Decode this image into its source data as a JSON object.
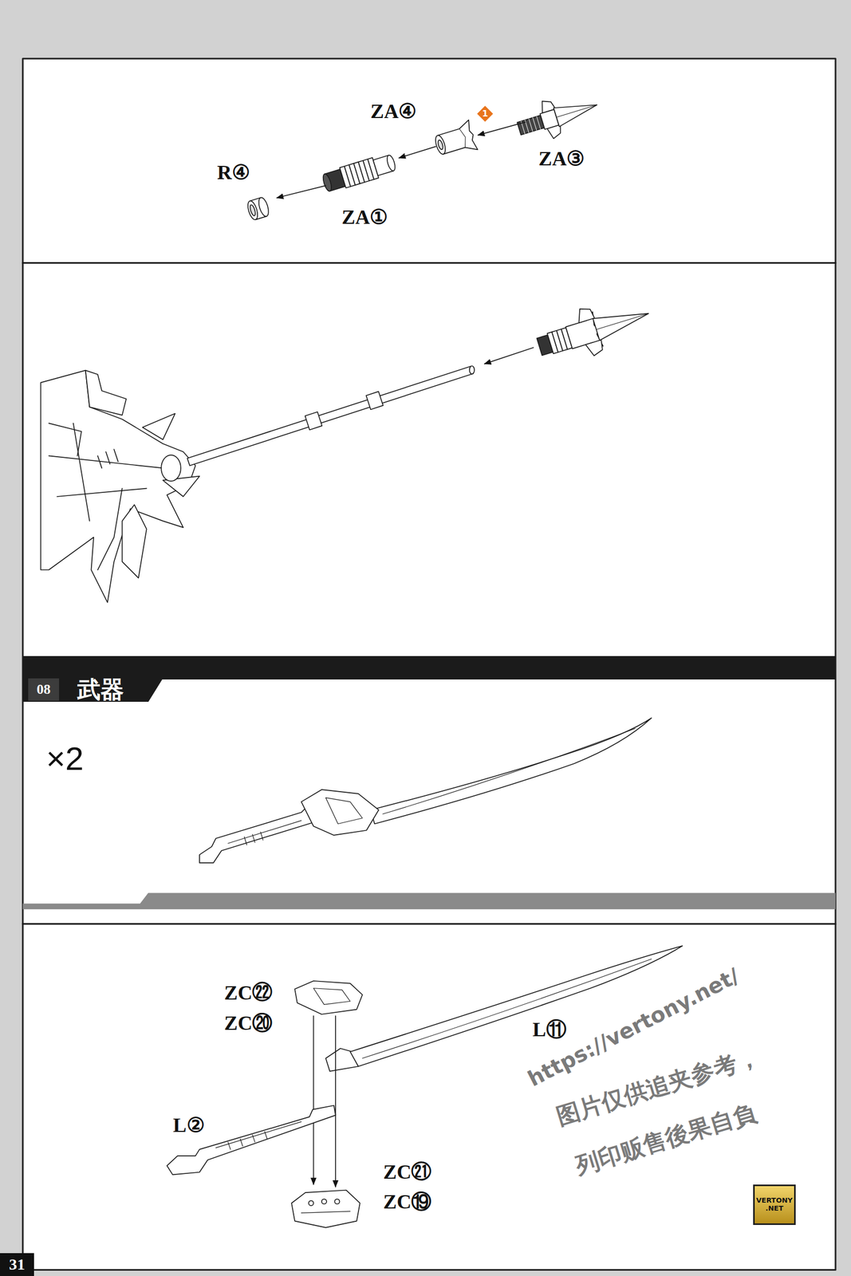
{
  "diagram": {
    "nodes": [
      {
        "text": [
          "1"
        ]
      },
      {
        "text": [
          "武器"
        ]
      },
      {
        "text": [
          "08"
        ],
        "in": 1
      },
      {
        "text": [
          "VERTONY .NET"
        ]
      },
      {
        "text": [
          "31"
        ]
      }
    ],
    "labels": [
      "ZA④",
      "ZA③",
      "R④",
      "ZA①",
      "×2",
      "ZC㉒",
      "ZC⑳",
      "L⑪",
      "L②",
      "ZC㉑",
      "ZC⑲",
      "https://vertony.net/",
      "图片仅供追夹参考，",
      "列印贩售後果自負"
    ]
  }
}
